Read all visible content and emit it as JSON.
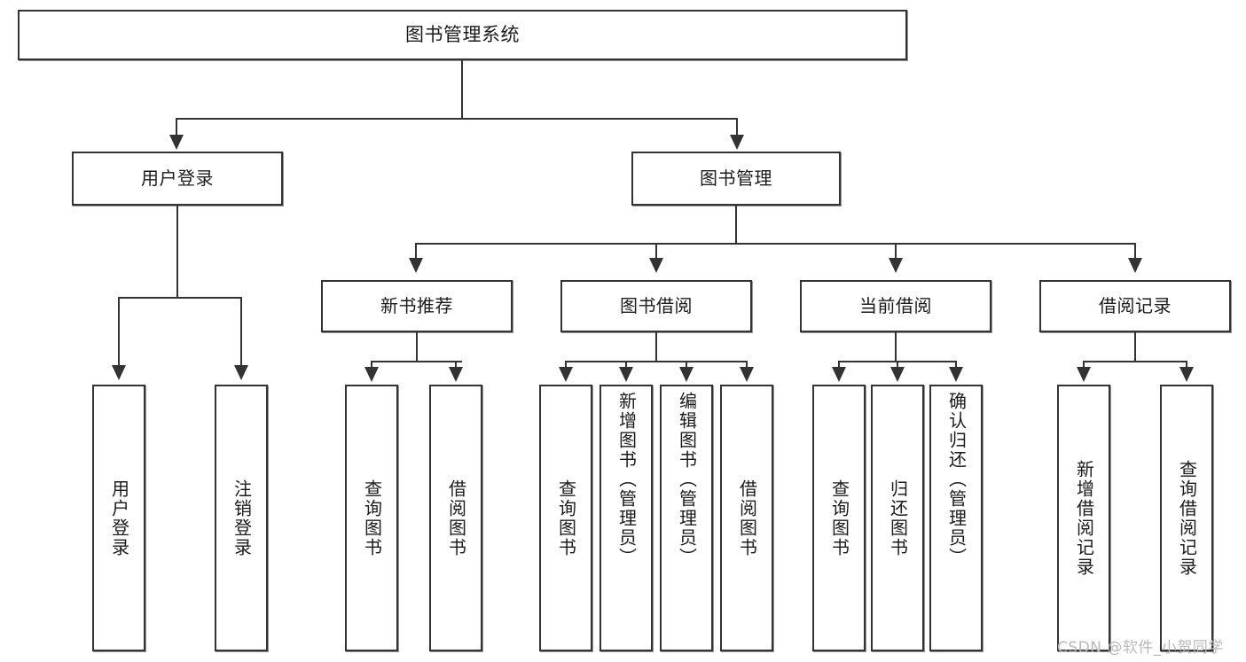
{
  "diagram": {
    "title": "图书管理系统",
    "type": "tree-hierarchy-chart",
    "root": {
      "label": "图书管理系统"
    },
    "level1": [
      {
        "label": "用户登录"
      },
      {
        "label": "图书管理"
      }
    ],
    "level2": [
      {
        "label": "新书推荐"
      },
      {
        "label": "图书借阅"
      },
      {
        "label": "当前借阅"
      },
      {
        "label": "借阅记录"
      }
    ],
    "leaves": {
      "user_login": [
        {
          "label": "用户登录"
        },
        {
          "label": "注销登录"
        }
      ],
      "new_book_recommend": [
        {
          "label": "查询图书"
        },
        {
          "label": "借阅图书"
        }
      ],
      "book_borrow": [
        {
          "label": "查询图书"
        },
        {
          "label": "新增图书（管理员）"
        },
        {
          "label": "编辑图书（管理员）"
        },
        {
          "label": "借阅图书"
        }
      ],
      "current_borrow": [
        {
          "label": "查询图书"
        },
        {
          "label": "归还图书"
        },
        {
          "label": "确认归还（管理员）"
        }
      ],
      "borrow_record": [
        {
          "label": "新增借阅记录"
        },
        {
          "label": "查询借阅记录"
        }
      ]
    }
  },
  "watermark": {
    "text": "CSDN @软件_小贺同学"
  },
  "colors": {
    "stroke": "#333333",
    "fill": "#ffffff",
    "text": "#1b1b1b",
    "watermark": "#b9b9b9"
  }
}
